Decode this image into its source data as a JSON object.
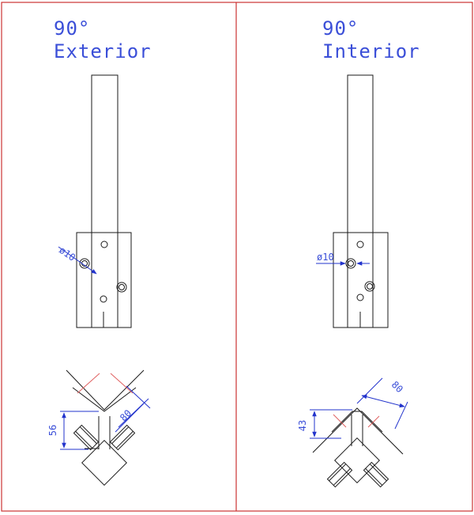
{
  "panels": [
    {
      "id": "exterior",
      "angle_label": "90°",
      "type_label": "Exterior",
      "hole_label": "ø10",
      "vertical_dim": "56",
      "diag_dim": "80"
    },
    {
      "id": "interior",
      "angle_label": "90°",
      "type_label": "Interior",
      "hole_label": "ø10",
      "vertical_dim": "43",
      "diag_dim": "80"
    }
  ],
  "colors": {
    "frame": "#cc3333",
    "line": "#1a1a1a",
    "dimension": "#2233cc",
    "text": "#3b4fd8",
    "accent": "#e06060"
  }
}
